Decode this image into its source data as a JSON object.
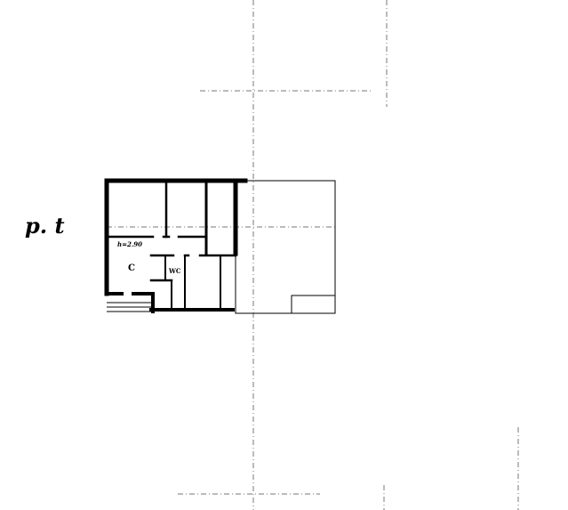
{
  "floor_label": "p. t",
  "height_note": "h=2.90",
  "rooms": {
    "kitchen": "C",
    "toilet": "WC"
  },
  "colors": {
    "ink": "#000000",
    "background": "#ffffff",
    "guides": "#777777"
  }
}
